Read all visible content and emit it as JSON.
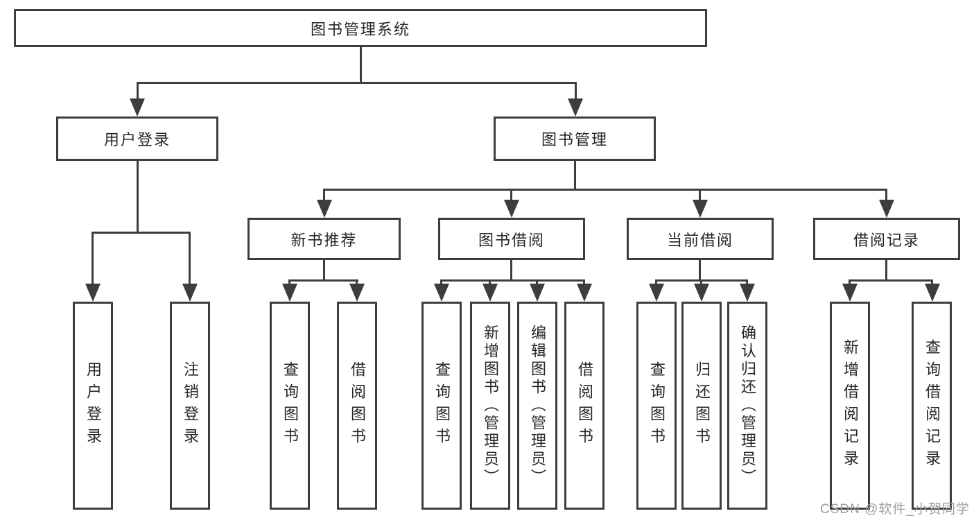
{
  "diagram": {
    "title": "图书管理系统",
    "level2": {
      "user_login": "用户登录",
      "book_mgmt": "图书管理"
    },
    "level3": {
      "new_book_rec": "新书推荐",
      "book_borrow": "图书借阅",
      "current_borrow": "当前借阅",
      "borrow_records": "借阅记录"
    },
    "leaves": {
      "login": "用户登录",
      "logout": "注销登录",
      "query_book_1": "查询图书",
      "borrow_book_1": "借阅图书",
      "query_book_2": "查询图书",
      "add_book_admin": "新增图书（管理员）",
      "edit_book_admin": "编辑图书（管理员）",
      "borrow_book_2": "借阅图书",
      "query_book_3": "查询图书",
      "return_book": "归还图书",
      "confirm_return_admin": "确认归还（管理员）",
      "add_borrow_record": "新增借阅记录",
      "query_borrow_record": "查询借阅记录"
    },
    "colors": {
      "line": "#3d3d3d",
      "text": "#262626",
      "watermark": "#9e9e9e",
      "background": "#ffffff"
    }
  },
  "watermark": "CSDN @软件_小贺同学"
}
